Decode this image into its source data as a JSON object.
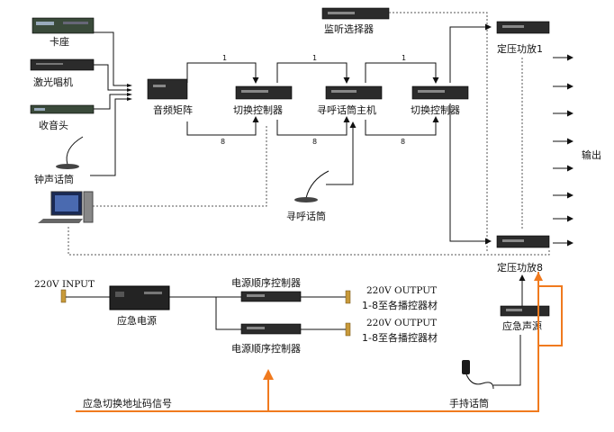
{
  "diagram": {
    "devices": {
      "card_deck": "卡座",
      "laser_player": "激光唱机",
      "tuner": "收音头",
      "chime_mic": "钟声话筒",
      "audio_matrix": "音频矩阵",
      "switch_ctrl_1": "切换控制器",
      "paging_host": "寻呼话筒主机",
      "switch_ctrl_2": "切换控制器",
      "monitor_selector": "监听选择器",
      "amp_1": "定压功放1",
      "amp_8": "定压功放8",
      "paging_mic": "寻呼话筒",
      "output": "输出",
      "emergency_power": "应急电源",
      "power_seq_1": "电源顺序控制器",
      "power_seq_2": "电源顺序控制器",
      "emergency_source": "应急声源",
      "handheld_mic": "手持话筒"
    },
    "text": {
      "input_220": "220V INPUT",
      "output_220_a": "220V OUTPUT",
      "output_220_a_sub": "1-8至各播控器材",
      "output_220_b": "220V OUTPUT",
      "output_220_b_sub": "1-8至各播控器材",
      "emergency_signal": "应急切换地址码信号"
    },
    "channel_labels": {
      "top_1": "1",
      "bottom_1": "8",
      "top_2": "1",
      "bottom_2": "8",
      "top_3": "1",
      "bottom_3": "8"
    },
    "colors": {
      "line": "#111111",
      "dashed": "#555555",
      "emergency": "#f07a1e",
      "device": "#2b2b2b"
    }
  }
}
